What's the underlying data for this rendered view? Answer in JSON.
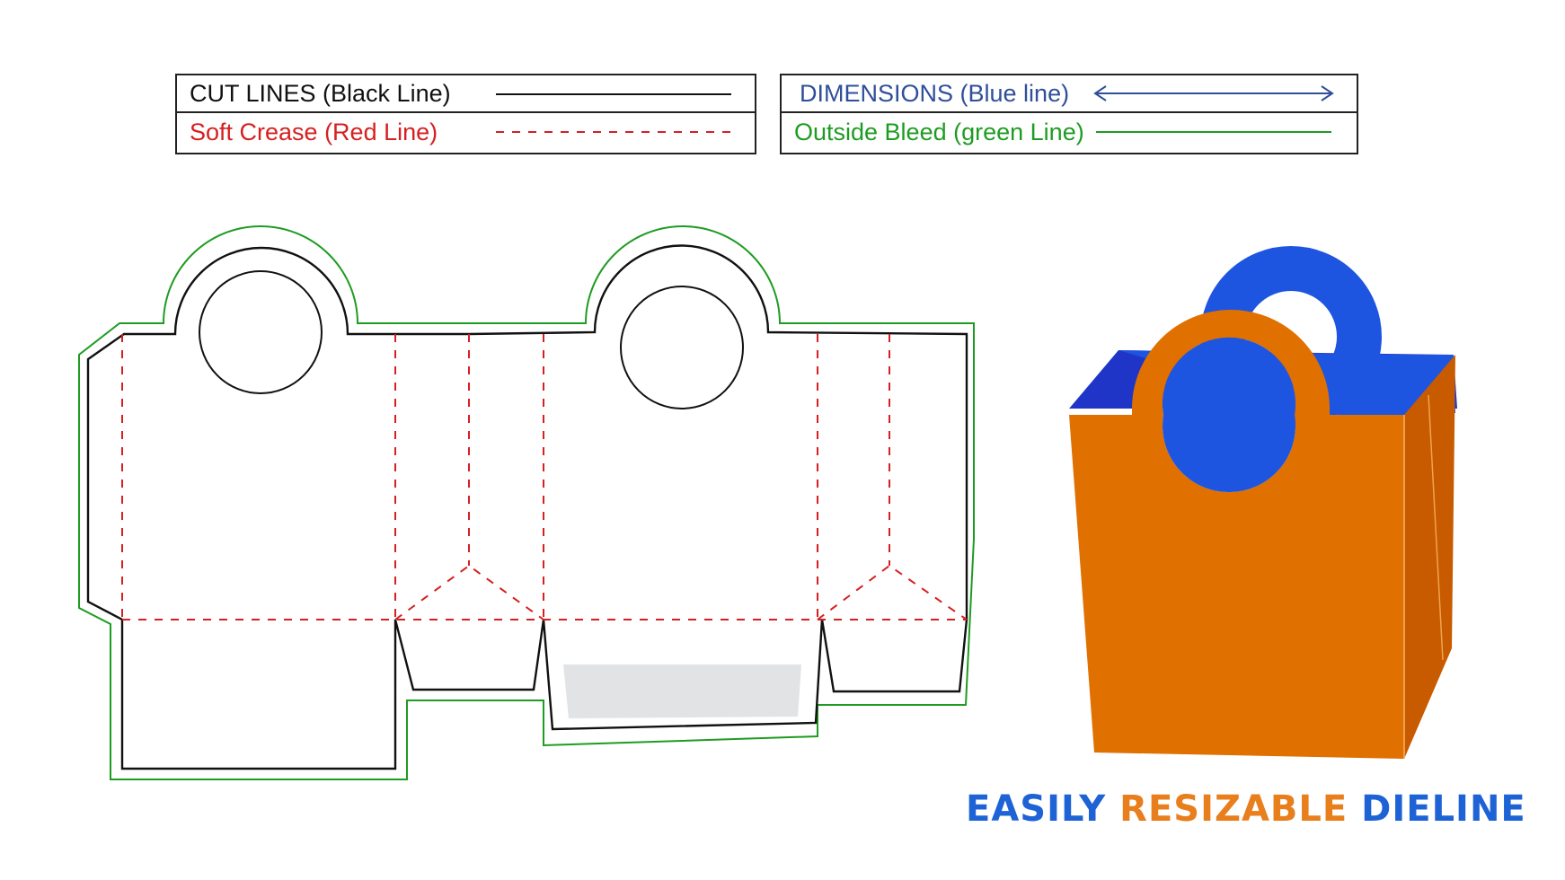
{
  "legend": {
    "cut_lines": {
      "label": "CUT LINES (Black Line)",
      "color": "#111111"
    },
    "soft_crease": {
      "label": "Soft Crease (Red Line)",
      "color": "#d62020"
    },
    "dimensions": {
      "label": "DIMENSIONS (Blue line)",
      "color": "#2f4f9a"
    },
    "outside_bleed": {
      "label": "Outside Bleed (green Line)",
      "color": "#1e9c22"
    }
  },
  "bag_colors": {
    "front": "#e07000",
    "back_handle": "#1e55e0",
    "interior": "#1f35c8"
  },
  "footer": {
    "word1": "EASILY",
    "word2": "RESIZABLE",
    "word3": "DIELINE",
    "color1": "#1e63d6",
    "color2": "#e87e1c",
    "color3": "#1e63d6"
  }
}
